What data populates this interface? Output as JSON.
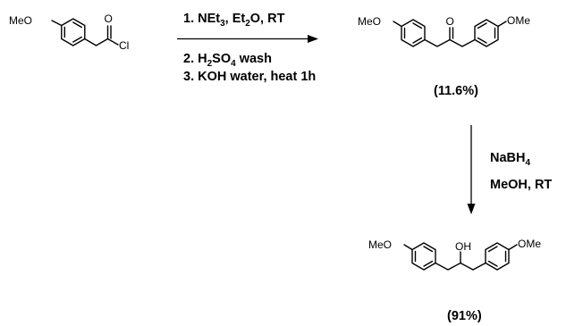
{
  "scheme": {
    "starting_material": {
      "label_ome": "MeO",
      "label_o": "O",
      "label_cl": "Cl"
    },
    "step1": {
      "condition1_main": "1. NEt",
      "condition1_sub": "3",
      "condition1_tail": ", Et",
      "condition1_sub2": "2",
      "condition1_end": "O, RT",
      "condition2_main": "2. H",
      "condition2_sub": "2",
      "condition2_mid": "SO",
      "condition2_sub2": "4",
      "condition2_end": " wash",
      "condition3": "3. KOH water, heat 1h"
    },
    "ketone": {
      "label_ome_left": "MeO",
      "label_ome_right": "OMe",
      "label_o": "O",
      "yield": "(11.6%)"
    },
    "step2": {
      "reagent_main": "NaBH",
      "reagent_sub": "4",
      "solvent": "MeOH, RT"
    },
    "alcohol": {
      "label_ome_left": "MeO",
      "label_ome_right": "OMe",
      "label_oh": "OH",
      "yield": "(91%)"
    }
  }
}
